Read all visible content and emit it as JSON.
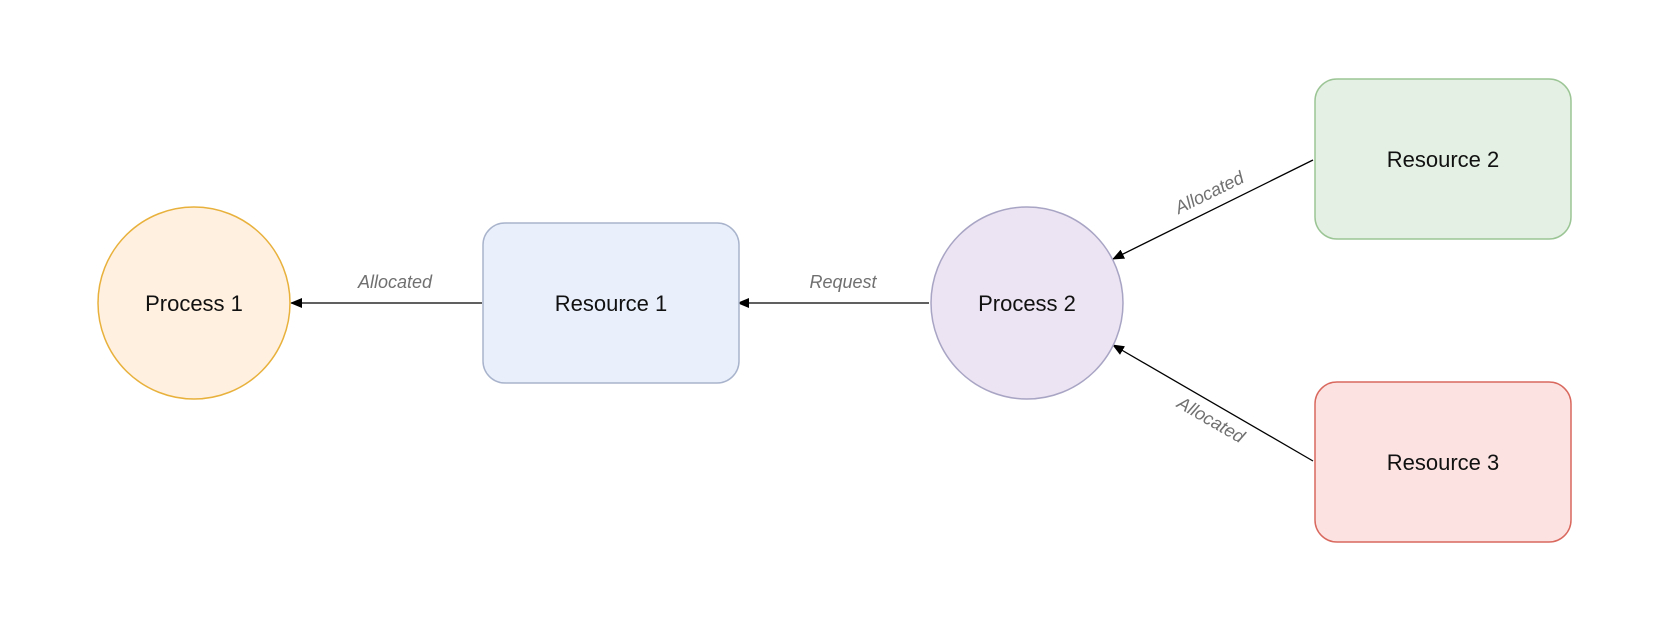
{
  "nodes": {
    "process1": {
      "label": "Process 1",
      "shape": "circle",
      "fill": "#FFF0E0",
      "stroke": "#E8B13C"
    },
    "resource1": {
      "label": "Resource 1",
      "shape": "rounded-rect",
      "fill": "#E9F0FC",
      "stroke": "#A9B4CC"
    },
    "process2": {
      "label": "Process 2",
      "shape": "circle",
      "fill": "#ECE4F2",
      "stroke": "#A8A4C4"
    },
    "resource2": {
      "label": "Resource 2",
      "shape": "rounded-rect",
      "fill": "#E4F0E3",
      "stroke": "#9CC596"
    },
    "resource3": {
      "label": "Resource 3",
      "shape": "rounded-rect",
      "fill": "#FCE3E2",
      "stroke": "#D9695F"
    }
  },
  "edges": [
    {
      "id": "e1",
      "from": "resource1",
      "to": "process1",
      "label": "Allocated"
    },
    {
      "id": "e2",
      "from": "process2",
      "to": "resource1",
      "label": "Request"
    },
    {
      "id": "e3",
      "from": "resource2",
      "to": "process2",
      "label": "Allocated"
    },
    {
      "id": "e4",
      "from": "resource3",
      "to": "process2",
      "label": "Allocated"
    }
  ]
}
